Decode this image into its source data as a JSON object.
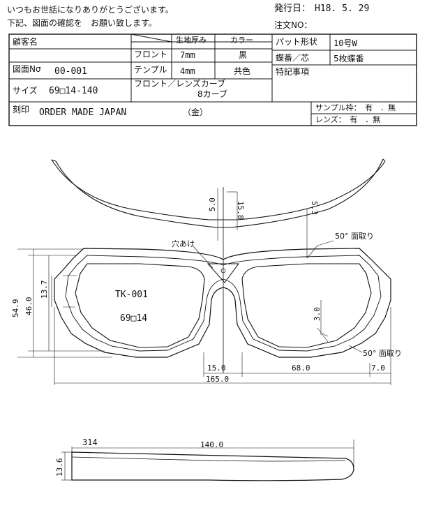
{
  "header": {
    "greeting_line1": "いつもお世話になりありがとうございます。",
    "greeting_line2": "下記、図面の確認を　お願い致します。",
    "issue_date_label": "発行日：",
    "issue_date_value": "H18. 5. 29",
    "order_no_label": "注文NO："
  },
  "table": {
    "customer_label": "顧客名",
    "drawing_no_label": "図面Nσ",
    "drawing_no_value": "00-001",
    "size_label": "サイズ",
    "size_value": "69□14-140",
    "col_thickness": "生地厚み",
    "col_color": "カラー",
    "front_label": "フロント",
    "front_thickness": "7mm",
    "front_color": "黒",
    "temple_label": "テンプル",
    "temple_thickness": "4mm",
    "temple_color": "共色",
    "curve_label": "フロント／レンズカーブ",
    "curve_value": "8カーブ",
    "pad_label": "パット形状",
    "pad_value": "10号W",
    "hinge_label": "蝶番／芯",
    "hinge_value": "5枚蝶番",
    "notes_label": "特記事項",
    "engraving_label": "刻印",
    "engraving_value": "ORDER MADE JAPAN",
    "engraving_color": "（金）",
    "sample_frame": "サンプル枠：　有　．無",
    "lens": "レンズ：　有　．無"
  },
  "drawing": {
    "model": "TK-001",
    "model_size": "69□14",
    "hole_label": "穴あけ",
    "chamfer_top": "50° 面取り",
    "chamfer_bottom": "50° 面取り",
    "dim_5_0": "5.0",
    "dim_15_8": "15.8",
    "dim_5_3": "5.3",
    "dim_3_0": "3.0",
    "dim_54_9": "54.9",
    "dim_46_0": "46.0",
    "dim_13_7": "13.7",
    "dim_15_0": "15.0",
    "dim_68_0": "68.0",
    "dim_7_0": "7.0",
    "dim_165_0": "165.0",
    "temple_314": "314",
    "temple_140": "140.0",
    "temple_13_6": "13.6"
  }
}
